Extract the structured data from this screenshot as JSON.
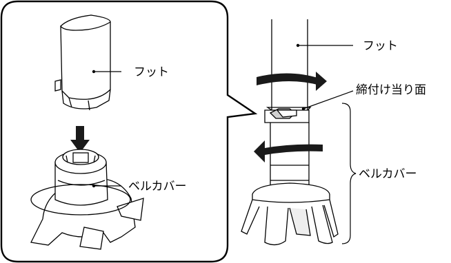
{
  "labels": {
    "inset_foot": "フット",
    "inset_bell_cover": "ベルカバー",
    "main_foot": "フット",
    "tighten_surface": "締付け当り面",
    "main_bell_cover": "ベルカバー"
  },
  "colors": {
    "line": "#000000",
    "arrow": "#1a1a1a",
    "background": "#ffffff"
  },
  "icons": {
    "insert_arrow": "down-arrow-icon",
    "rotate_right": "rotate-right-arrow-icon",
    "rotate_left": "rotate-left-arrow-icon"
  }
}
